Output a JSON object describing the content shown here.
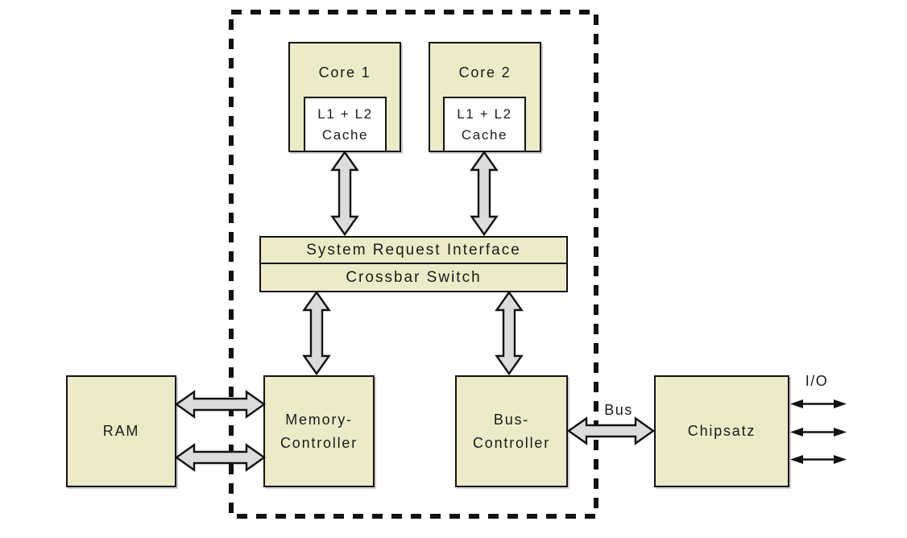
{
  "diagram": {
    "nodes": {
      "core1": {
        "label": "Core 1"
      },
      "core1_cache": {
        "line1": "L1 + L2",
        "line2": "Cache"
      },
      "core2": {
        "label": "Core 2"
      },
      "core2_cache": {
        "line1": "L1 + L2",
        "line2": "Cache"
      },
      "system_request_interface": {
        "label": "System Request Interface"
      },
      "crossbar_switch": {
        "label": "Crossbar Switch"
      },
      "ram": {
        "label": "RAM"
      },
      "memory_controller": {
        "line1": "Memory-",
        "line2": "Controller"
      },
      "bus_controller": {
        "line1": "Bus-",
        "line2": "Controller"
      },
      "chipset": {
        "label": "Chipsatz"
      }
    },
    "labels": {
      "bus": "Bus",
      "io": "I/O"
    },
    "colors": {
      "box_fill": "#EBEBC8",
      "box_border": "#121212",
      "arrow_fill": "#DCDCDC",
      "arrow_outline": "#121212",
      "background": "#FFFFFF"
    }
  }
}
